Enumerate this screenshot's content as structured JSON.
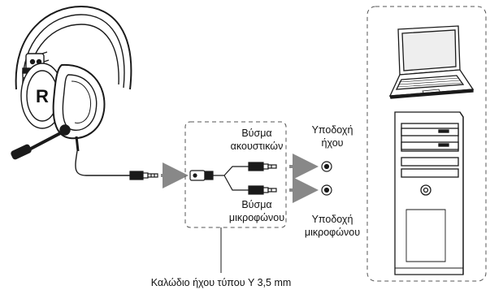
{
  "labels": {
    "headphone_plug": "Βύσμα ακουστικών",
    "headphone_plug_line1": "Βύσμα",
    "headphone_plug_line2": "ακουστικών",
    "audio_port_line1": "Υποδοχή",
    "audio_port_line2": "ήχου",
    "mic_plug_line1": "Βύσμα",
    "mic_plug_line2": "μικροφώνου",
    "mic_port_line1": "Υποδοχή",
    "mic_port_line2": "μικροφώνου",
    "cable_caption": "Καλώδιο ήχου τύπου Y 3,5 mm"
  },
  "headset": {
    "logo_letter": "R"
  },
  "icons": [
    "headset-icon",
    "laptop-icon",
    "desktop-tower-icon",
    "audio-jack-icon",
    "arrow-right-icon"
  ],
  "colors": {
    "stroke": "#1a1a1a",
    "arrow": "#888888",
    "dash": "#555555"
  }
}
